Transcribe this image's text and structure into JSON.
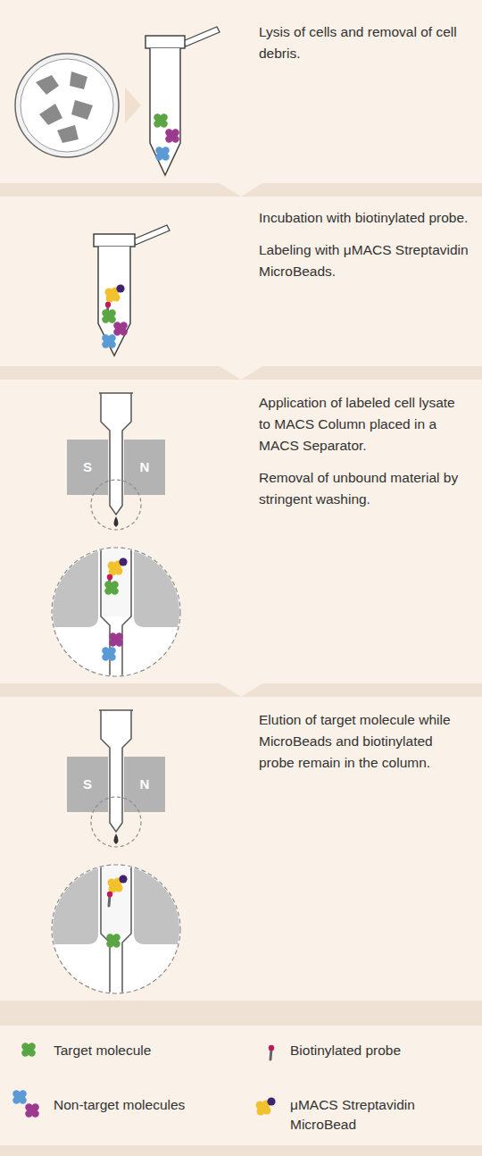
{
  "diagram": {
    "nodes": [
      {
        "text": [
          "Lysis of cells and removal of cell debris."
        ]
      },
      {
        "text": [
          "Incubation with biotinylated probe.",
          "Labeling with μMACS Streptavidin MicroBeads."
        ]
      },
      {
        "text": [
          "Application of labeled cell lysate to MACS Column placed in a MACS Separator.",
          "Removal of unbound material by stringent washing."
        ]
      },
      {
        "text": [
          "Elution of target molecule while MicroBeads and biotinylated probe remain in the column."
        ]
      }
    ],
    "edges": [
      {
        "from": 0,
        "to": 1,
        "arrow": "to"
      },
      {
        "from": 1,
        "to": 2,
        "arrow": "to"
      },
      {
        "from": 2,
        "to": 3,
        "arrow": "to"
      }
    ],
    "labels": [
      "S",
      "N",
      "S",
      "N"
    ],
    "legend": [
      {
        "text": "Target molecule"
      },
      {
        "text": "Biotinylated probe"
      },
      {
        "text": "Non-target molecules"
      },
      {
        "text": "μMACS Streptavidin MicroBead"
      }
    ]
  }
}
